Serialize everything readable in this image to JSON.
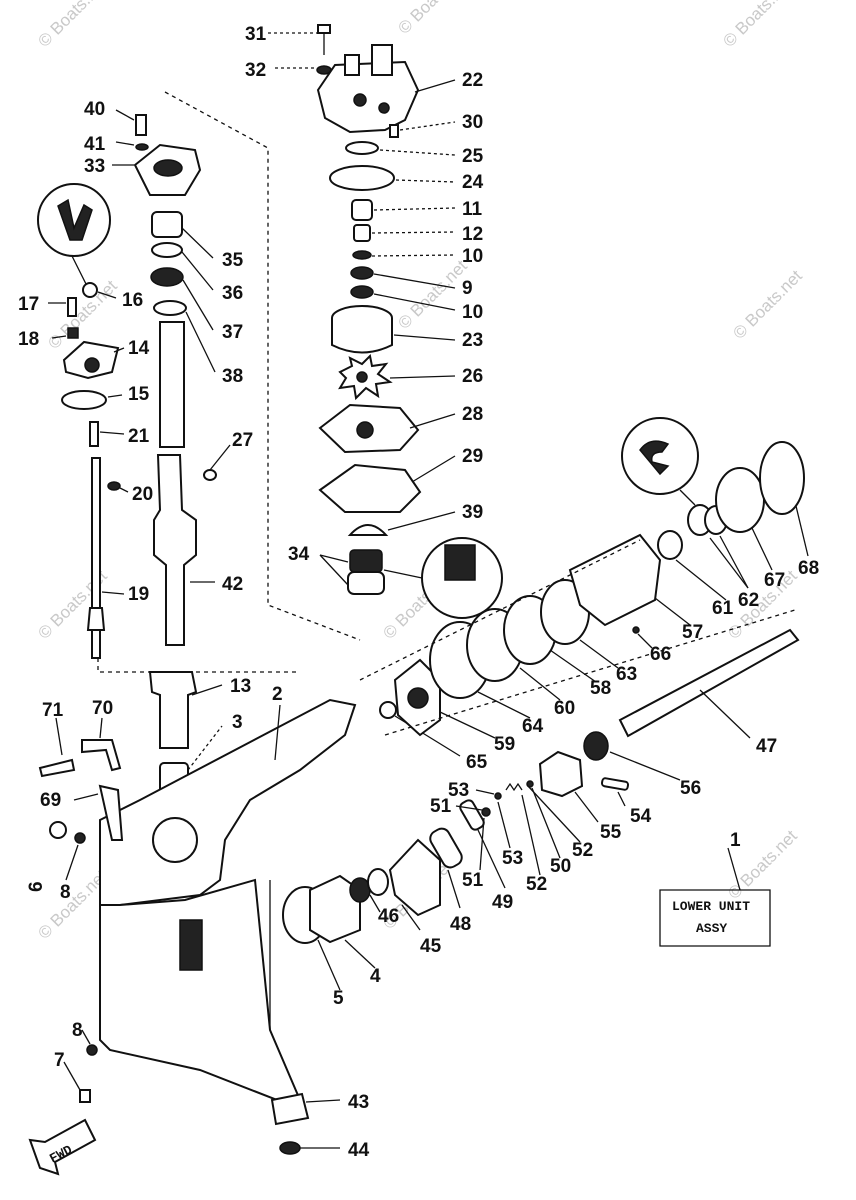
{
  "watermark": "© Boats.net",
  "assembly_label": {
    "line1": "LOWER UNIT",
    "line2": "ASSY"
  },
  "fwd_label": "FWD",
  "callouts": {
    "c31": "31",
    "c32": "32",
    "c22": "22",
    "c30": "30",
    "c25": "25",
    "c24": "24",
    "c11": "11",
    "c12": "12",
    "c10a": "10",
    "c9": "9",
    "c10b": "10",
    "c23": "23",
    "c26": "26",
    "c28": "28",
    "c29": "29",
    "c39": "39",
    "c34": "34",
    "c40": "40",
    "c41": "41",
    "c33": "33",
    "c35": "35",
    "c36": "36",
    "c37": "37",
    "c38": "38",
    "c16": "16",
    "c17": "17",
    "c18": "18",
    "c14": "14",
    "c15": "15",
    "c21": "21",
    "c20": "20",
    "c19": "19",
    "c27": "27",
    "c42": "42",
    "c13": "13",
    "c3": "3",
    "c2": "2",
    "c71": "71",
    "c70": "70",
    "c69": "69",
    "c6": "6",
    "c8a": "8",
    "c8b": "8",
    "c7": "7",
    "c43": "43",
    "c44": "44",
    "c4": "4",
    "c5": "5",
    "c46": "46",
    "c45": "45",
    "c48": "48",
    "c49": "49",
    "c51a": "51",
    "c51b": "51",
    "c53a": "53",
    "c53b": "53",
    "c52a": "52",
    "c52b": "52",
    "c50": "50",
    "c55": "55",
    "c54": "54",
    "c56": "56",
    "c47": "47",
    "c65": "65",
    "c59": "59",
    "c64": "64",
    "c60": "60",
    "c58": "58",
    "c63": "63",
    "c57": "57",
    "c66": "66",
    "c61": "61",
    "c62": "62",
    "c67": "67",
    "c68": "68",
    "c1": "1"
  }
}
